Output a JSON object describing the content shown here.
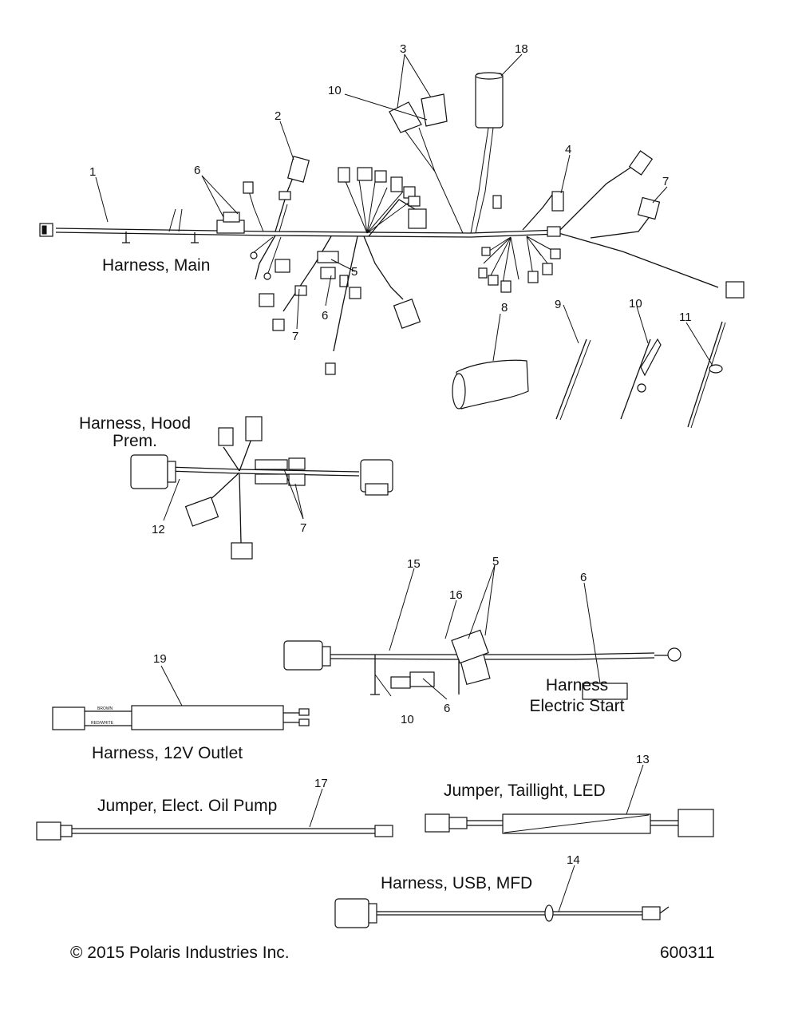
{
  "labels": {
    "harness_main": "Harness, Main",
    "harness_hood_l1": "Harness, Hood",
    "harness_hood_l2": "Prem.",
    "harness_estart_l1": "Harness",
    "harness_estart_l2": "Electric Start",
    "harness_12v": "Harness, 12V Outlet",
    "jumper_oil": "Jumper, Elect. Oil Pump",
    "jumper_tail": "Jumper, Taillight, LED",
    "harness_usb": "Harness, USB, MFD",
    "copyright": "© 2015 Polaris Industries Inc.",
    "diagram_id": "600311"
  },
  "callouts": [
    {
      "key": "c1",
      "text": "1"
    },
    {
      "key": "c2",
      "text": "2"
    },
    {
      "key": "c3",
      "text": "3"
    },
    {
      "key": "c4",
      "text": "4"
    },
    {
      "key": "c5a",
      "text": "5"
    },
    {
      "key": "c5b",
      "text": "5"
    },
    {
      "key": "c6a",
      "text": "6"
    },
    {
      "key": "c6b",
      "text": "6"
    },
    {
      "key": "c6c",
      "text": "6"
    },
    {
      "key": "c6d",
      "text": "6"
    },
    {
      "key": "c7a",
      "text": "7"
    },
    {
      "key": "c7b",
      "text": "7"
    },
    {
      "key": "c7c",
      "text": "7"
    },
    {
      "key": "c8",
      "text": "8"
    },
    {
      "key": "c9",
      "text": "9"
    },
    {
      "key": "c10a",
      "text": "10"
    },
    {
      "key": "c10b",
      "text": "10"
    },
    {
      "key": "c10c",
      "text": "10"
    },
    {
      "key": "c11",
      "text": "11"
    },
    {
      "key": "c12",
      "text": "12"
    },
    {
      "key": "c13",
      "text": "13"
    },
    {
      "key": "c14",
      "text": "14"
    },
    {
      "key": "c15",
      "text": "15"
    },
    {
      "key": "c16",
      "text": "16"
    },
    {
      "key": "c17",
      "text": "17"
    },
    {
      "key": "c18",
      "text": "18"
    },
    {
      "key": "c19",
      "text": "19"
    }
  ],
  "wire_tags": {
    "brown": "BROWN",
    "red_white": "RED/WHITE"
  }
}
